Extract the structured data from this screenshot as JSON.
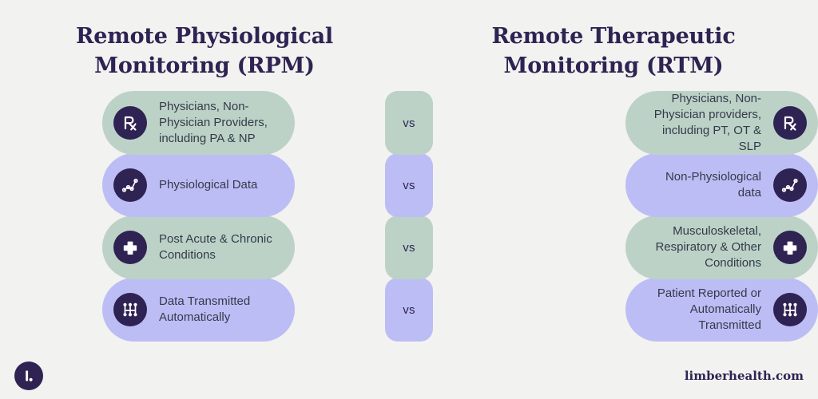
{
  "page": {
    "background_color": "#f2f2f0",
    "accent_dark": "#2e2352",
    "green": "#bcd2c6",
    "purple": "#bdbdf5",
    "text_color": "#343a4a"
  },
  "headings": {
    "left_title": "Remote Physiological Monitoring (RPM)",
    "left_title_line1": "Remote Physiological",
    "left_title_line2": "Monitoring (RPM)",
    "right_title": "Remote Therapeutic Monitoring (RTM)",
    "right_title_line1": "Remote Therapeutic",
    "right_title_line2": "Monitoring (RTM)"
  },
  "comparison": {
    "vs_label": "vs",
    "rows": [
      {
        "color": "green",
        "icon": "rx-icon",
        "left_text": "Physicians, Non-Physician Providers, including PA & NP",
        "right_text": "Physicians, Non-Physician providers, including PT, OT & SLP",
        "vs": "vs"
      },
      {
        "color": "purple",
        "icon": "line-chart-icon",
        "left_text": "Physiological Data",
        "right_text": "Non-Physiological data",
        "vs": "vs"
      },
      {
        "color": "green",
        "icon": "medical-cross-icon",
        "left_text": "Post Acute & Chronic Conditions",
        "right_text": "Musculoskeletal, Respiratory & Other Conditions",
        "vs": "vs"
      },
      {
        "color": "purple",
        "icon": "network-nodes-icon",
        "left_text": "Data Transmitted Automatically",
        "right_text": "Patient Reported or Automatically Transmitted",
        "vs": "vs"
      }
    ]
  },
  "footer": {
    "logo_text": "l.",
    "url": "limberhealth.com"
  }
}
